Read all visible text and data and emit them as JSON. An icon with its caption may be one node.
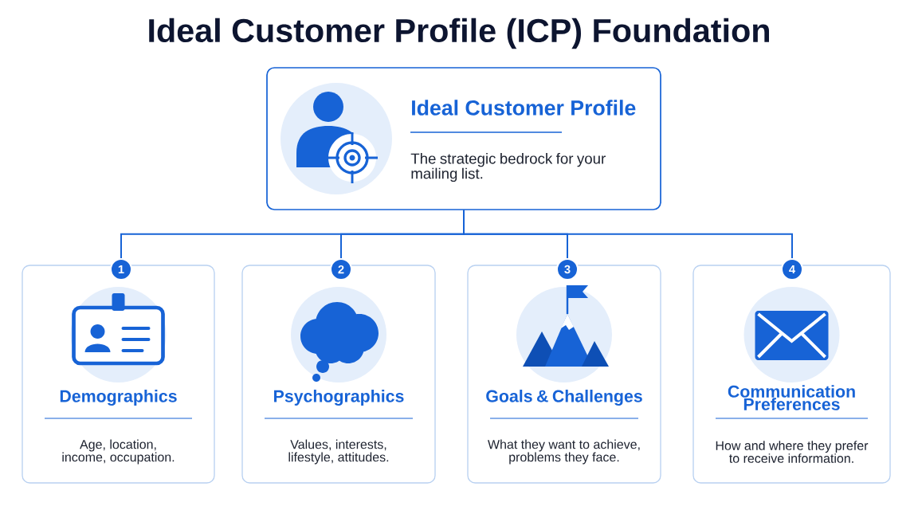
{
  "diagram": {
    "title": "Ideal Customer Profile (ICP) Foundation",
    "nodes": [
      {
        "text": [
          "Ideal Customer Profile",
          "The strategic bedrock for your mailing list."
        ]
      },
      {
        "text": [
          "Demographics",
          "Age, location, income, occupation."
        ]
      },
      {
        "text": [
          "Psychographics",
          "Values, interests, lifestyle, attitudes."
        ]
      },
      {
        "text": [
          "Goals & Challenges",
          "What they want to achieve, problems they face."
        ]
      },
      {
        "text": [
          "Communication Preferences",
          "How and where they prefer to receive information."
        ]
      },
      {
        "text": [
          "1"
        ]
      },
      {
        "text": [
          "2"
        ]
      },
      {
        "text": [
          "3"
        ]
      },
      {
        "text": [
          "4"
        ]
      }
    ],
    "edges": [
      {
        "from": 0,
        "to": 5,
        "arrow": "none"
      },
      {
        "from": 0,
        "to": 6,
        "arrow": "none"
      },
      {
        "from": 0,
        "to": 7,
        "arrow": "none"
      },
      {
        "from": 0,
        "to": 8,
        "arrow": "none"
      }
    ]
  }
}
